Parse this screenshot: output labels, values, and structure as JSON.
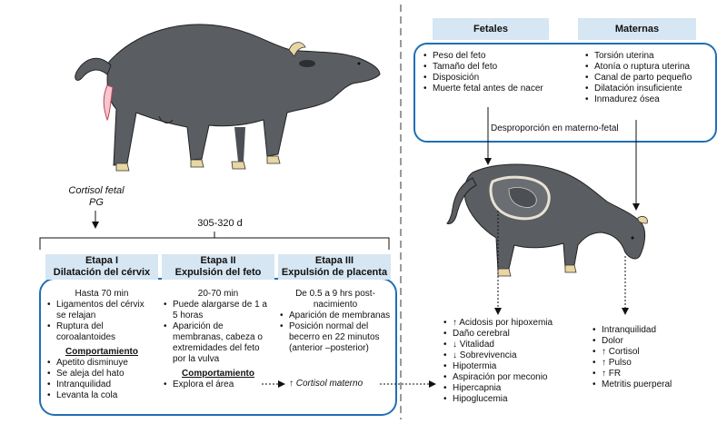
{
  "left": {
    "trigger": {
      "line1": "Cortisol fetal",
      "line2": "PG"
    },
    "duration": "305-320 d",
    "stages": [
      {
        "title": "Etapa I",
        "subtitle": "Dilatación del cérvix",
        "intro": "Hasta 70 min",
        "items": [
          "Ligamentos del cérvix se relajan",
          "Ruptura del coroalantoides"
        ],
        "behavior_title": "Comportamiento",
        "behavior_items": [
          "Apetito disminuye",
          "Se aleja del hato",
          "Intranquilidad",
          "Levanta la cola"
        ]
      },
      {
        "title": "Etapa II",
        "subtitle": "Expulsión del feto",
        "intro": "20-70 min",
        "items": [
          "Puede alargarse de 1 a 5 horas",
          "Aparición de membranas, cabeza o extremidades del feto por la vulva"
        ],
        "behavior_title": "Comportamiento",
        "behavior_items": [
          "Explora el área"
        ]
      },
      {
        "title": "Etapa III",
        "subtitle": "Expulsión de placenta",
        "intro": "De 0.5 a 9 hrs post-nacimiento",
        "items": [
          "Aparición de membranas",
          "Posición normal del becerro en 22 minutos (anterior –posterior)"
        ],
        "cortisol_note": "↑ Cortisol materno"
      }
    ]
  },
  "right": {
    "fetal_title": "Fetales",
    "maternal_title": "Maternas",
    "fetal_factors": [
      "Peso del feto",
      "Tamaño del feto",
      "Disposición",
      "Muerte fetal antes de nacer"
    ],
    "maternal_factors": [
      "Torsión uterina",
      "Atonía o ruptura uterina",
      "Canal de parto pequeño",
      "Dilatación insuficiente",
      "Inmadurez ósea"
    ],
    "disproportion": "Desproporción en materno-fetal",
    "fetal_outcomes": [
      "↑ Acidosis por hipoxemia",
      "Daño cerebral",
      "↓ Vitalidad",
      "↓ Sobrevivencia",
      "Hipotermia",
      "Aspiración por meconio",
      "Hipercapnia",
      "Hipoglucemia"
    ],
    "maternal_outcomes": [
      "Intranquilidad",
      "Dolor",
      "↑ Cortisol",
      "↑ Pulso",
      "↑ FR",
      "Metritis puerperal"
    ]
  },
  "colors": {
    "box_border": "#1f6fb5",
    "header_fill": "#d6e6f2",
    "cow_body": "#5a5d61",
    "divider": "#9a9a9a"
  }
}
